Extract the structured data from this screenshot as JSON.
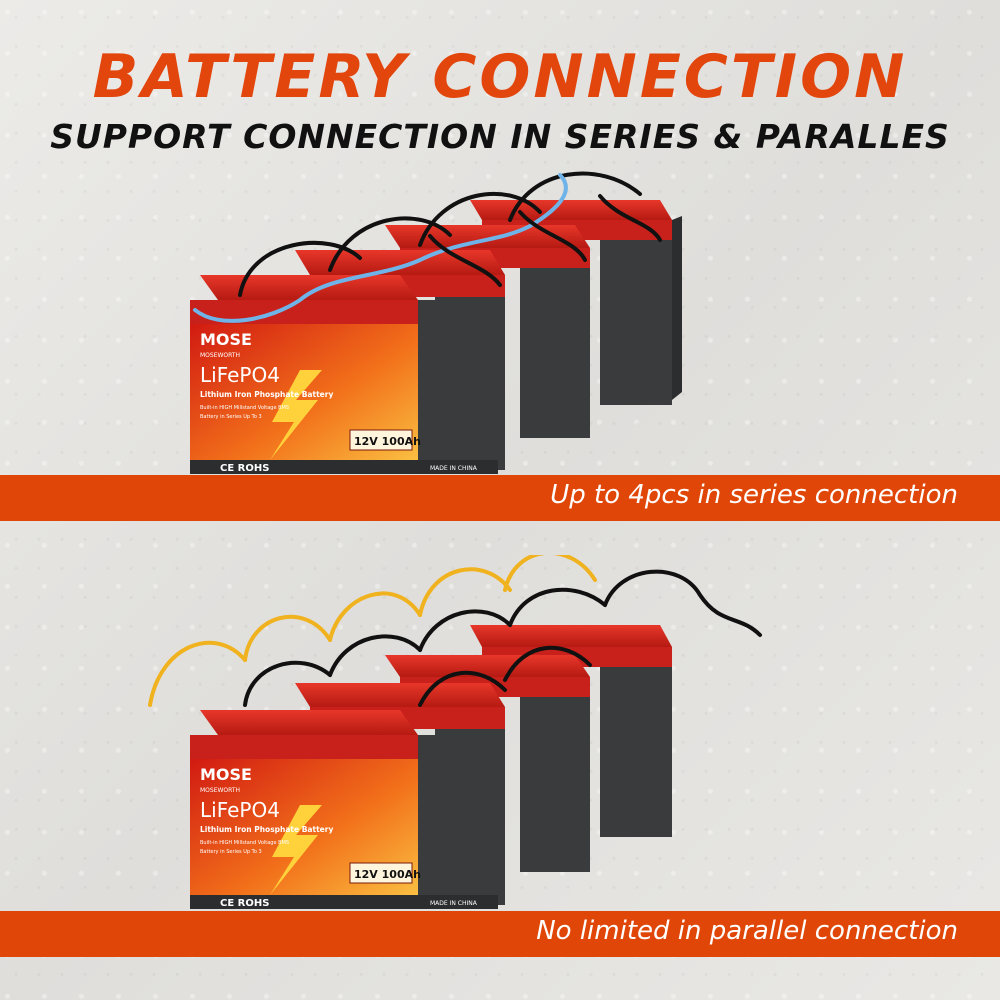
{
  "header": {
    "title": "BATTERY CONNECTION",
    "subtitle": "SUPPORT CONNECTION IN SERIES & PARALLES"
  },
  "battery_label": {
    "brand": "MOSE",
    "brand_sub": "MOSEWORTH",
    "chemistry": "LiFePO4",
    "description": "Lithium Iron Phosphate Battery",
    "feature_1": "Built-in HIGH Millstand Voltage BMS",
    "feature_2": "Battery in Series Up To 3",
    "rating": "12V 100Ah",
    "cert": "CE ROHS",
    "origin": "MADE IN CHINA"
  },
  "series_banner": {
    "text": "Up to 4pcs in series connection"
  },
  "parallel_banner": {
    "text": "No limited in parallel connection"
  },
  "colors": {
    "accent": "#e2460d",
    "banner": "#e04608",
    "battery_red": "#d9261c",
    "battery_body": "#3a3b3d",
    "wire_series": "#6fb3e8",
    "wire_parallel": "#f0b21e"
  }
}
